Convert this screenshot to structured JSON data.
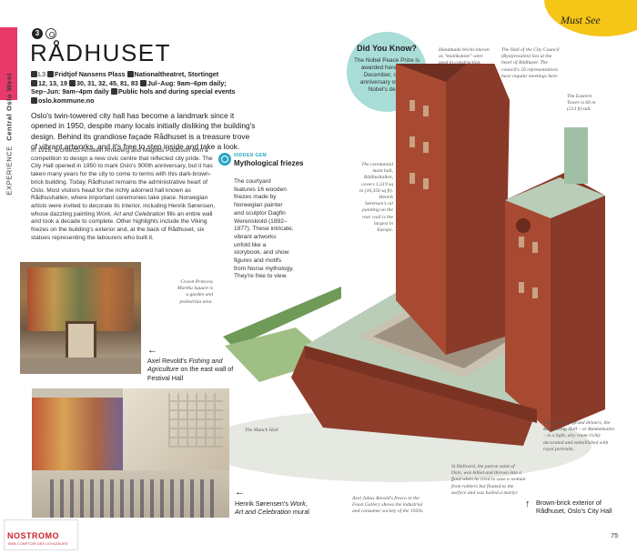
{
  "must_see": "Must See",
  "sidebar": {
    "experience": "EXPERIENCE",
    "section": "Central Oslo West"
  },
  "entry": {
    "number": "3",
    "title": "RÅDHUSET",
    "info": {
      "line1_a": "L3",
      "line1_b": "Fridtjof Nansens Plass",
      "line1_c": "Nationaltheatret, Stortinget",
      "line2_a": "12, 13, 19",
      "line2_b": "30, 31, 32, 45, 81, 83",
      "line2_c": "Jul–Aug: 9am–6pm daily;",
      "line3_a": "Sep–Jun: 9am–4pm daily",
      "line3_b": "Public hols and during special events",
      "line4": "oslo.kommune.no"
    },
    "lead": "Oslo's twin-towered city hall has become a landmark since it opened in 1950, despite many locals initially disliking the building's design. Behind its grandiose façade Rådhuset is a treasure trove of vibrant artworks, and it's free to step inside and take a look.",
    "body_1": "In 1918, architects Arnstein Arneberg and Magnus Poulsson won a competition to design a new civic centre that reflected city pride. The City Hall opened in 1950 to mark Oslo's 900th anniversary, but it has taken many years for the city to come to terms with this dark-brown-brick building. Today, Rådhuset remains the administrative heart of Oslo. Most visitors head for the richly adorned hall known as Rådhushallen, where important ceremonies take place. Norwegian artists were invited to decorate its interior, including Henrik Sørensen, whose dazzling painting ",
    "body_italic": "Work, Art and Celebration",
    "body_2": " fills an entire wall and took a decade to complete. Other highlights include the Viking friezes on the building's exterior and, at the back of Rådhuset, six statues representing the labourers who built it."
  },
  "hidden_gem": {
    "tag": "HIDDEN GEM",
    "title": "Mythological friezes",
    "text": "The courtyard features 16 wooden friezes made by Norwegian painter and sculptor Dagfin Werenskiold (1892–1977). These intricate, vibrant artworks unfold like a storybook, and show figures and motifs from Norse mythology. They're free to view."
  },
  "did_you_know": {
    "title": "Did You Know?",
    "text": "The Nobel Peace Prize is awarded here every December, on the anniversary of Alfred Nobel's death."
  },
  "annotations": {
    "bricks": "Handmade bricks known as \"moinkstone\" were used in construction.",
    "council": "The Hall of the City Council (Bystyresalen) lies at the heart of Rådhuset. The council's 59 representatives have regular meetings here.",
    "tower": "The Eastern Tower is 66 m (213 ft) tall.",
    "main_hall": "The ceremonial main hall, Rådhushallen, covers 1,519 sq m (16,350 sq ft). Henrik Sørensen's oil painting on the rear wall is the largest in Europe.",
    "square": "Crown Princess Martha Square is a garden and pedestrian area.",
    "munch": "The Munch Hall",
    "banqueting": "The venue for grand dinners, the Banqueting Hall – or Bankettsalen – is a light, airy room richly decorated and embellished with royal portraits.",
    "hallvard": "St Hallvard, the patron saint of Oslo, was killed and thrown into a fjord when he tried to save a woman from robbers but floated to the surface and was hailed a martyr.",
    "revold": "Axel Julius Revold's fresco in the Feast Gallery shows the industrial and consumer society of the 1950s."
  },
  "captions": {
    "c1_a": "Axel Revold's ",
    "c1_b": "Fishing and Agriculture",
    "c1_c": " on the east wall of Festival Hall",
    "c2_a": "Henrik Sørensen's ",
    "c2_b": "Work, Art and Celebration",
    "c2_c": " mural",
    "c3": "Brown-brick exterior of Rådhuset, Oslo's City Hall"
  },
  "logo": {
    "name": "NOSTROMO",
    "tagline": "WEB COMPTOIR DES VOYAGEURS"
  },
  "page_number": "75",
  "colors": {
    "accent_pink": "#e83a6a",
    "must_see_yellow": "#f5c518",
    "gem_blue": "#29a5c2",
    "dyk_teal": "#a8ddd8",
    "brick": "#9a4a32"
  }
}
